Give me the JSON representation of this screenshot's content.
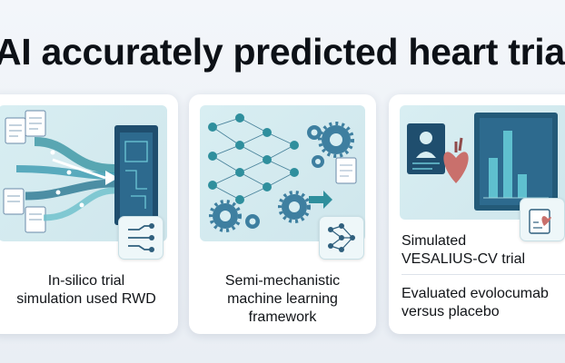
{
  "title": "AI accurately predicted heart trial",
  "cards": [
    {
      "text_lines": [
        "In-silico trial",
        "simulation used RWD"
      ],
      "icon": "data-flow-icon"
    },
    {
      "text_lines": [
        "Semi-mechanistic",
        "machine learning",
        "framework"
      ],
      "icon": "neural-network-icon"
    },
    {
      "heading_lines": [
        "Simulated",
        "VESALIUS-CV trial"
      ],
      "sub_lines": [
        "Evaluated evolocumab",
        "versus placebo"
      ],
      "icon": "heart-chart-icon"
    }
  ],
  "colors": {
    "teal": "#2f8f9d",
    "navy": "#1f4e6e",
    "accent_blue": "#3a7bd5",
    "background": "#eef2f6"
  }
}
